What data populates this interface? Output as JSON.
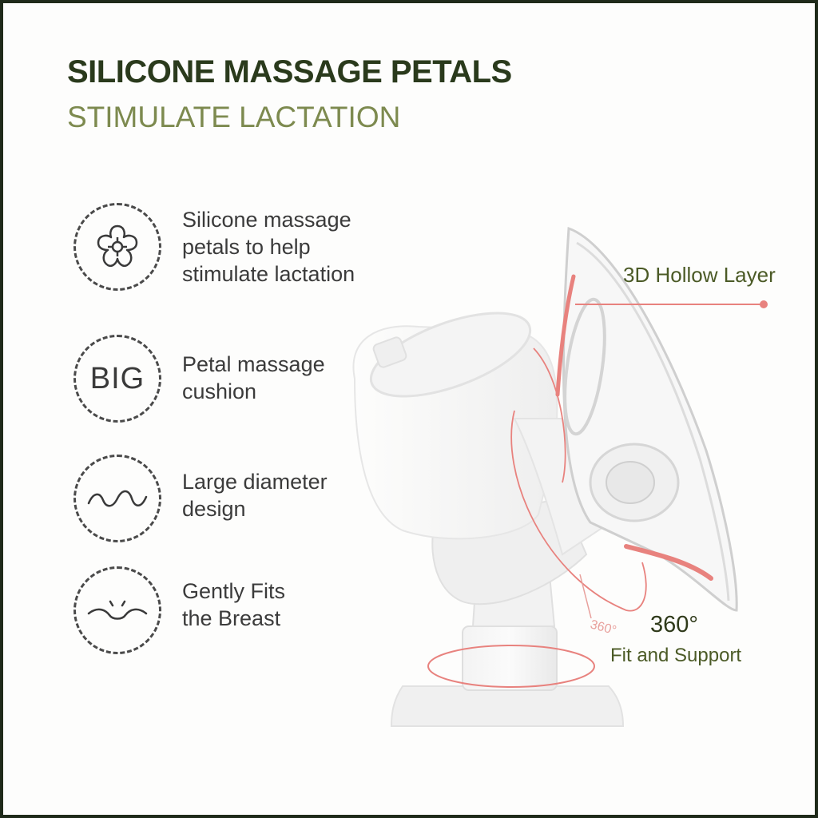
{
  "header": {
    "title": "SILICONE MASSAGE PETALS",
    "subtitle": "STIMULATE LACTATION"
  },
  "features": [
    {
      "icon": "flower-icon",
      "line1": "Silicone massage",
      "line2": "petals to help",
      "line3": "stimulate lactation"
    },
    {
      "icon": "big-text-icon",
      "badge_text": "BIG",
      "line1": "Petal massage",
      "line2": "cushion"
    },
    {
      "icon": "wave-icon",
      "line1": "Large diameter",
      "line2": "design"
    },
    {
      "icon": "breast-curve-icon",
      "line1": "Gently Fits",
      "line2": "the Breast"
    }
  ],
  "callouts": {
    "hollow_layer": "3D Hollow Layer",
    "degrees": "360°",
    "fit_support": "Fit and Support",
    "small_degrees": "360°"
  },
  "colors": {
    "title": "#2a3a1c",
    "subtitle": "#7d8a4f",
    "accent_pink": "#e8827e",
    "callout_text": "#4b5a26"
  }
}
